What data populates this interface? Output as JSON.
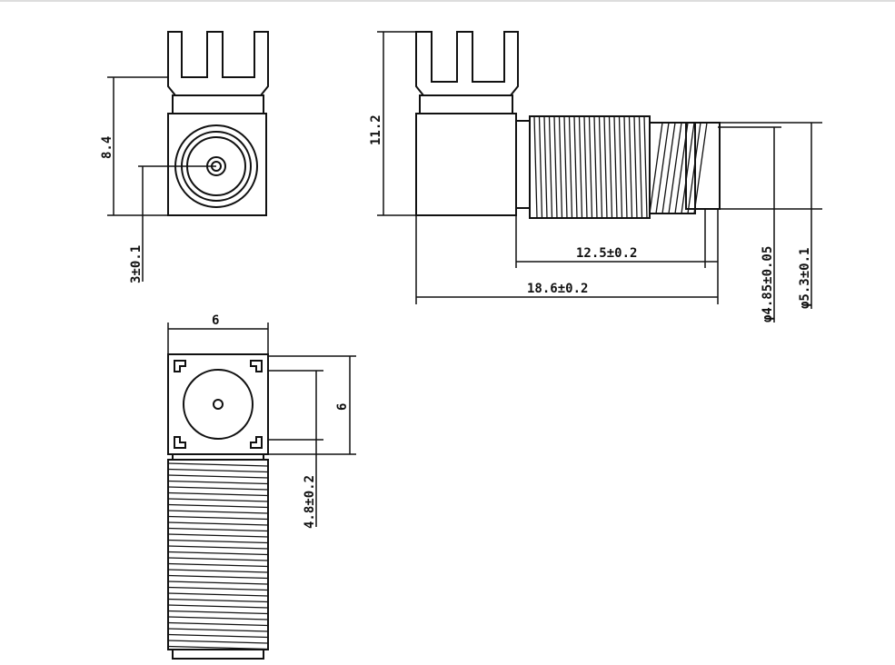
{
  "title": "Right-angle PCB coaxial connector drawing",
  "dimensions": {
    "front_height": "8.4",
    "center_height": "3±0.1",
    "side_height": "11.2",
    "thread_length": "12.5±0.2",
    "overall_length": "18.6±0.2",
    "inner_diameter": "φ4.85±0.05",
    "outer_diameter": "φ5.3±0.1",
    "bottom_width": "6",
    "bottom_depth": "6",
    "pin_spacing": "4.8±0.2"
  }
}
